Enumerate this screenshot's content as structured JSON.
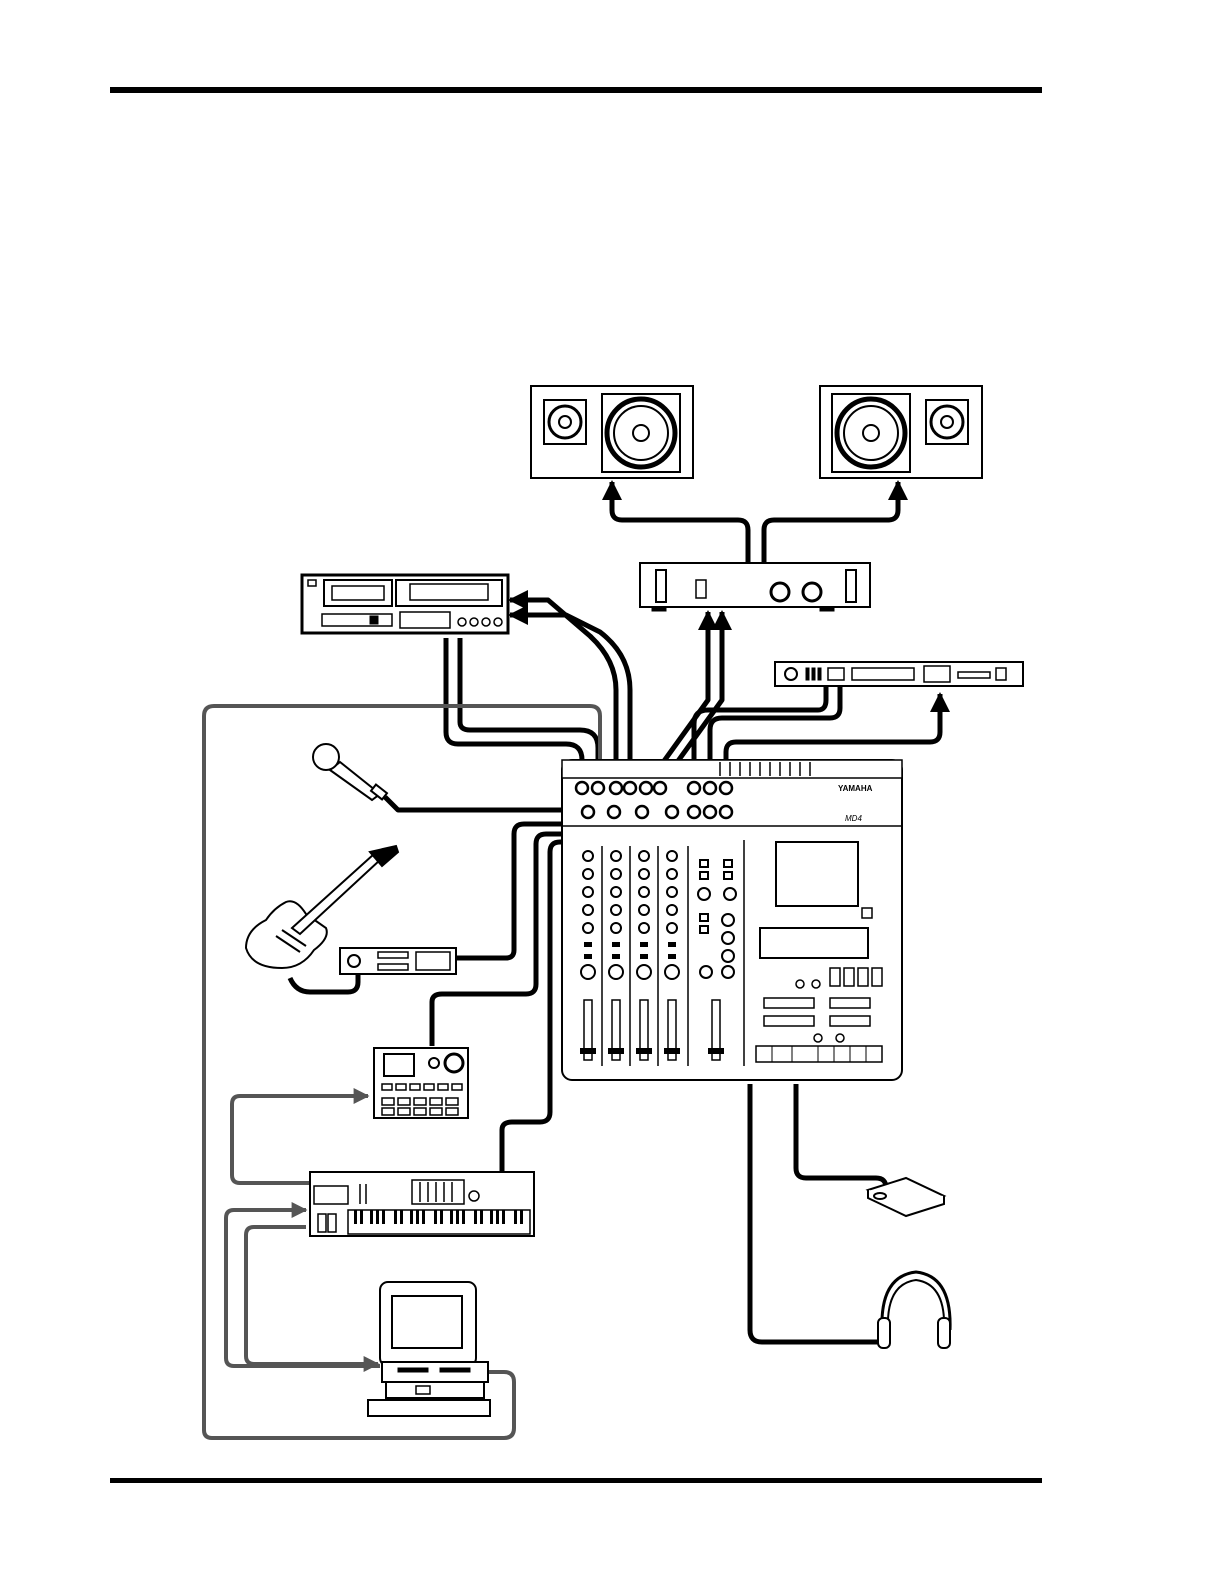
{
  "diagram": {
    "mixer": {
      "brand": "YAMAHA",
      "model": "MD4"
    },
    "devices": [
      {
        "id": "monitor-speaker-left",
        "icon": "speaker-icon"
      },
      {
        "id": "monitor-speaker-right",
        "icon": "speaker-icon"
      },
      {
        "id": "power-amplifier",
        "icon": "amplifier-icon"
      },
      {
        "id": "cassette-deck",
        "icon": "cassette-deck-icon"
      },
      {
        "id": "effects-processor",
        "icon": "effects-processor-icon"
      },
      {
        "id": "microphone",
        "icon": "microphone-icon"
      },
      {
        "id": "electric-guitar",
        "icon": "guitar-icon"
      },
      {
        "id": "guitar-effects-unit",
        "icon": "effects-unit-icon"
      },
      {
        "id": "rhythm-machine",
        "icon": "drum-machine-icon"
      },
      {
        "id": "synthesizer-keyboard",
        "icon": "keyboard-icon"
      },
      {
        "id": "computer",
        "icon": "computer-icon"
      },
      {
        "id": "foot-switch",
        "icon": "foot-switch-icon"
      },
      {
        "id": "headphones",
        "icon": "headphones-icon"
      }
    ],
    "colors": {
      "line": "#000000",
      "midi_cable": "#555555",
      "background": "#ffffff"
    }
  }
}
